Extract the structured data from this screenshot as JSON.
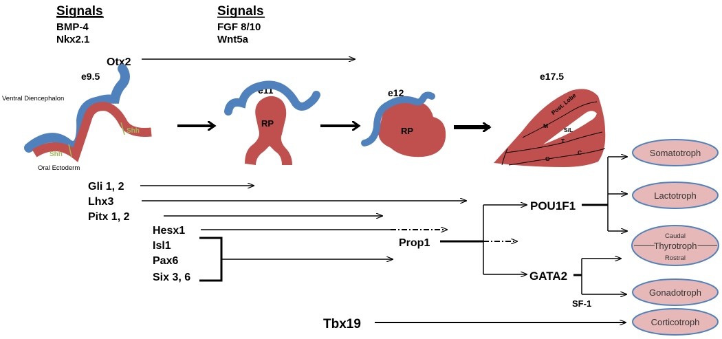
{
  "signals_left": {
    "heading": "Signals",
    "items": [
      "BMP-4",
      "Nkx2.1"
    ]
  },
  "signals_right": {
    "heading": "Signals",
    "items": [
      "FGF 8/10",
      "Wnt5a"
    ]
  },
  "otx2": "Otx2",
  "stages": [
    "e9.5",
    "e11",
    "e12",
    "e17.5"
  ],
  "tissue_labels": {
    "ventral": "Ventral Diencephalon",
    "oral": "Oral Ectoderm",
    "shh": "Shh",
    "rp": "RP"
  },
  "zones": {
    "post_lobe": "Post. Lobe",
    "m": "M",
    "sl": "S/L",
    "t": "T",
    "g": "G",
    "c": "C"
  },
  "factors": {
    "gli": "Gli 1, 2",
    "lhx3": "Lhx3",
    "pitx": "Pitx 1, 2",
    "hesx1": "Hesx1",
    "isl1": "Isl1",
    "pax6": "Pax6",
    "six": "Six 3, 6",
    "prop1": "Prop1",
    "pou1f1": "POU1F1",
    "gata2": "GATA2",
    "sf1": "SF-1",
    "tbx19": "Tbx19"
  },
  "cell_types": {
    "somatotroph": "Somatotroph",
    "lactotroph": "Lactotroph",
    "thyrotroph": "Thyrotroph",
    "caudal": "Caudal",
    "rostral": "Rostral",
    "gonadotroph": "Gonadotroph",
    "corticotroph": "Corticotroph"
  },
  "colors": {
    "neural": "#4f81bd",
    "ectoderm": "#c0504d",
    "shh": "#9bbb59",
    "cell_fill": "#e6b9b8",
    "cell_stroke": "#4f81bd"
  }
}
